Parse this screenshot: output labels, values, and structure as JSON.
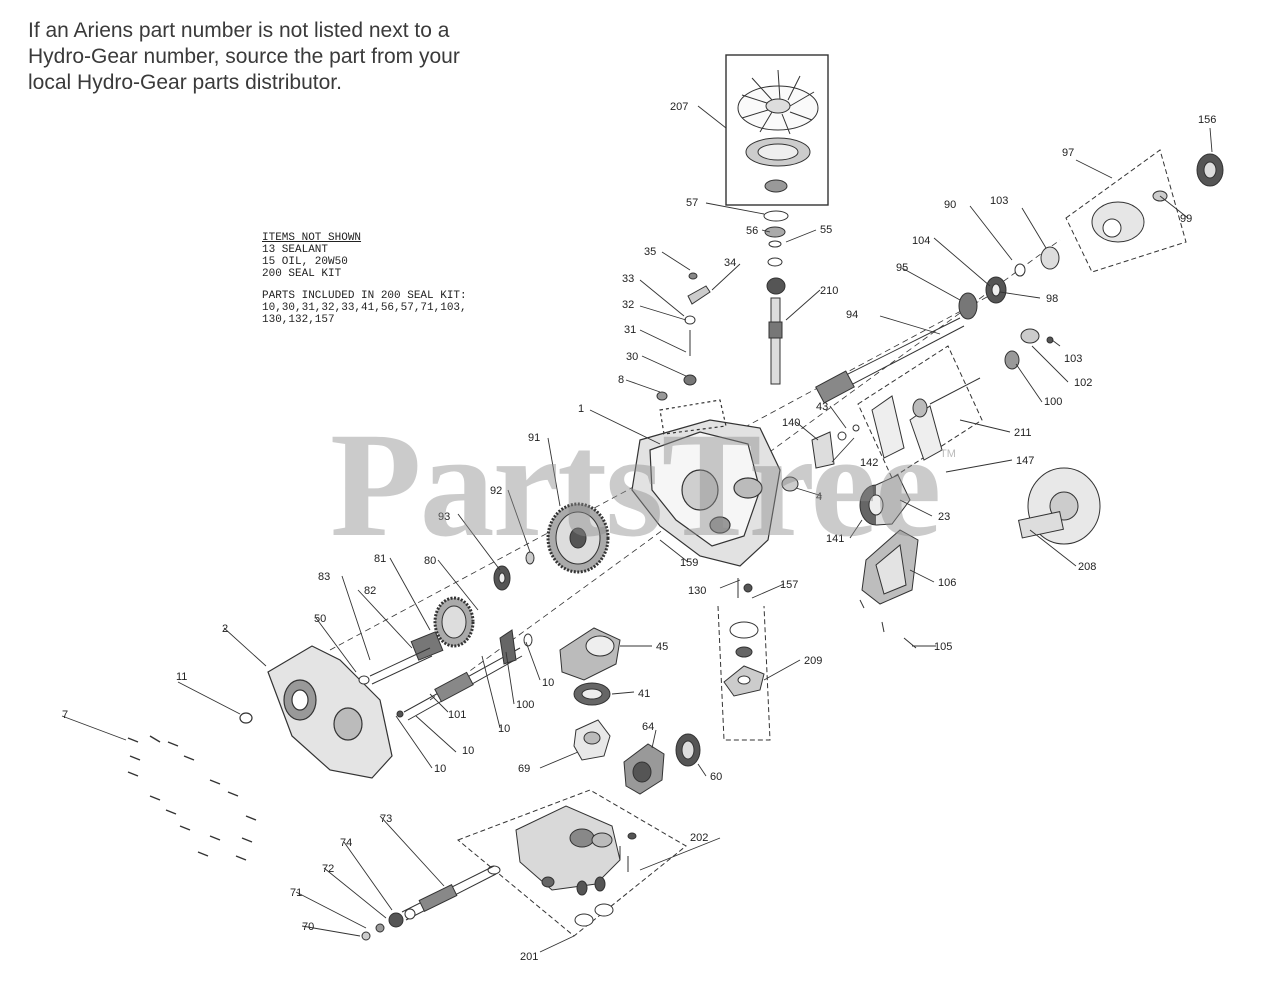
{
  "notice": {
    "line1": "If an Ariens part number is not listed next to a",
    "line2": "Hydro-Gear number, source the part from your",
    "line3": "local Hydro-Gear parts distributor."
  },
  "notes": {
    "heading": "ITEMS NOT SHOWN",
    "items": [
      "13 SEALANT",
      "15 OIL, 20W50",
      "200 SEAL KIT"
    ],
    "parts_heading": "PARTS INCLUDED IN 200 SEAL KIT:",
    "parts_lines": [
      "10,30,31,32,33,41,56,57,71,103,",
      "130,132,157"
    ]
  },
  "watermark": {
    "text": "PartsTree",
    "tm": "TM"
  },
  "callouts": [
    {
      "label": "207"
    },
    {
      "label": "156"
    },
    {
      "label": "97"
    },
    {
      "label": "57"
    },
    {
      "label": "56"
    },
    {
      "label": "55"
    },
    {
      "label": "35"
    },
    {
      "label": "34"
    },
    {
      "label": "33"
    },
    {
      "label": "32"
    },
    {
      "label": "31"
    },
    {
      "label": "30"
    },
    {
      "label": "8"
    },
    {
      "label": "1"
    },
    {
      "label": "210"
    },
    {
      "label": "94"
    },
    {
      "label": "95"
    },
    {
      "label": "104"
    },
    {
      "label": "90"
    },
    {
      "label": "103"
    },
    {
      "label": "98"
    },
    {
      "label": "99"
    },
    {
      "label": "103"
    },
    {
      "label": "102"
    },
    {
      "label": "100"
    },
    {
      "label": "211"
    },
    {
      "label": "147"
    },
    {
      "label": "140"
    },
    {
      "label": "43"
    },
    {
      "label": "142"
    },
    {
      "label": "4"
    },
    {
      "label": "141"
    },
    {
      "label": "23"
    },
    {
      "label": "91"
    },
    {
      "label": "92"
    },
    {
      "label": "93"
    },
    {
      "label": "159"
    },
    {
      "label": "130"
    },
    {
      "label": "157"
    },
    {
      "label": "106"
    },
    {
      "label": "208"
    },
    {
      "label": "81"
    },
    {
      "label": "80"
    },
    {
      "label": "83"
    },
    {
      "label": "82"
    },
    {
      "label": "50"
    },
    {
      "label": "2"
    },
    {
      "label": "45"
    },
    {
      "label": "10"
    },
    {
      "label": "100"
    },
    {
      "label": "209"
    },
    {
      "label": "105"
    },
    {
      "label": "11"
    },
    {
      "label": "101"
    },
    {
      "label": "10"
    },
    {
      "label": "10"
    },
    {
      "label": "10"
    },
    {
      "label": "41"
    },
    {
      "label": "7"
    },
    {
      "label": "69"
    },
    {
      "label": "64"
    },
    {
      "label": "60"
    },
    {
      "label": "73"
    },
    {
      "label": "202"
    },
    {
      "label": "74"
    },
    {
      "label": "72"
    },
    {
      "label": "71"
    },
    {
      "label": "70"
    },
    {
      "label": "201"
    }
  ]
}
